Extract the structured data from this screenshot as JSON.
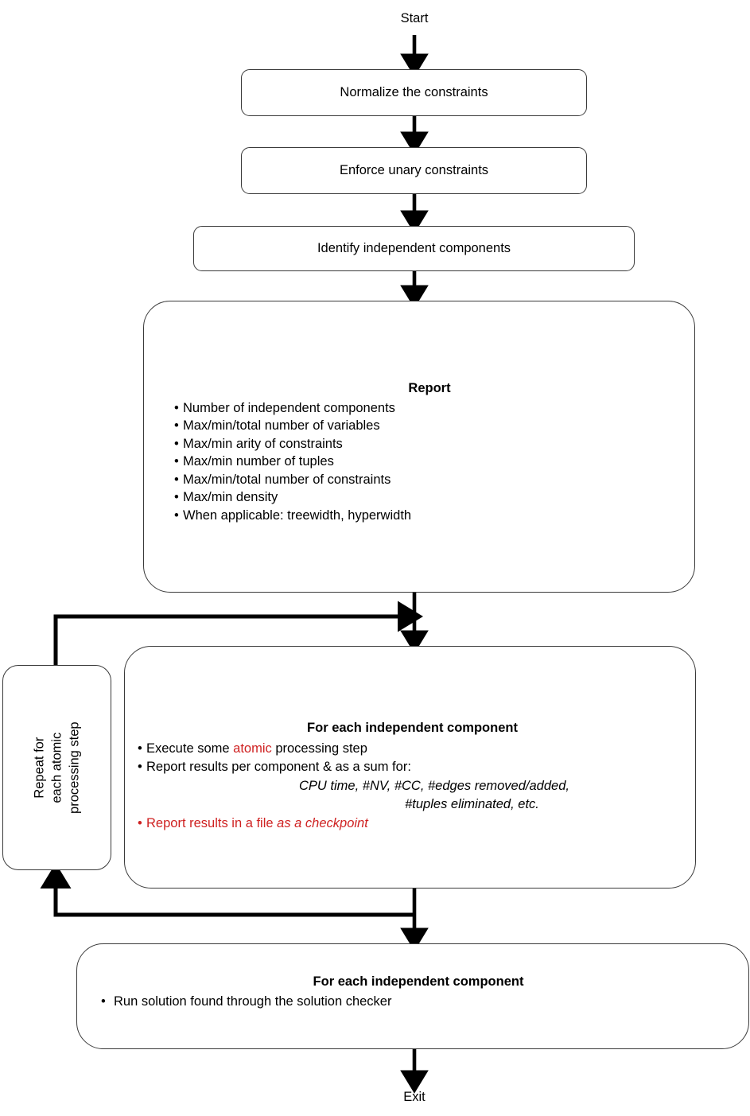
{
  "diagram": {
    "title": "Algorithm processing flowchart",
    "start_label": "Start",
    "exit_label": "Exit",
    "accent_red": "#CF2222",
    "line_color": "#3a3a3a",
    "arrow_color": "#000000"
  },
  "nodes": {
    "normalize": {
      "label": "Normalize the constraints"
    },
    "enforce": {
      "label": "Enforce unary constraints"
    },
    "identify": {
      "label": "Identify independent components"
    },
    "report": {
      "title": "Report",
      "items": [
        "Number of independent components",
        "Max/min/total number of variables",
        "Max/min arity of constraints",
        "Max/min number of tuples",
        "Max/min/total number of constraints",
        "Max/min density",
        "When applicable: treewidth, hyperwidth"
      ]
    },
    "repeat_loop": {
      "line1": "Repeat for",
      "line2": "each atomic",
      "line3": "processing step"
    },
    "for_each_component": {
      "title": "For each independent component",
      "bullet1_pre": "Execute some ",
      "bullet1_red": "atomic",
      "bullet1_post": " processing step",
      "bullet2": "Report results per component & as a sum for:",
      "sub_line1": "CPU time, #NV, #CC, #edges removed/added,",
      "sub_line2": "#tuples eliminated, etc.",
      "bullet3_plain": "Report results in a file ",
      "bullet3_italic": "as a checkpoint"
    },
    "solution_check": {
      "title": "For each independent component",
      "items": [
        "Run solution found through the solution checker"
      ]
    }
  }
}
